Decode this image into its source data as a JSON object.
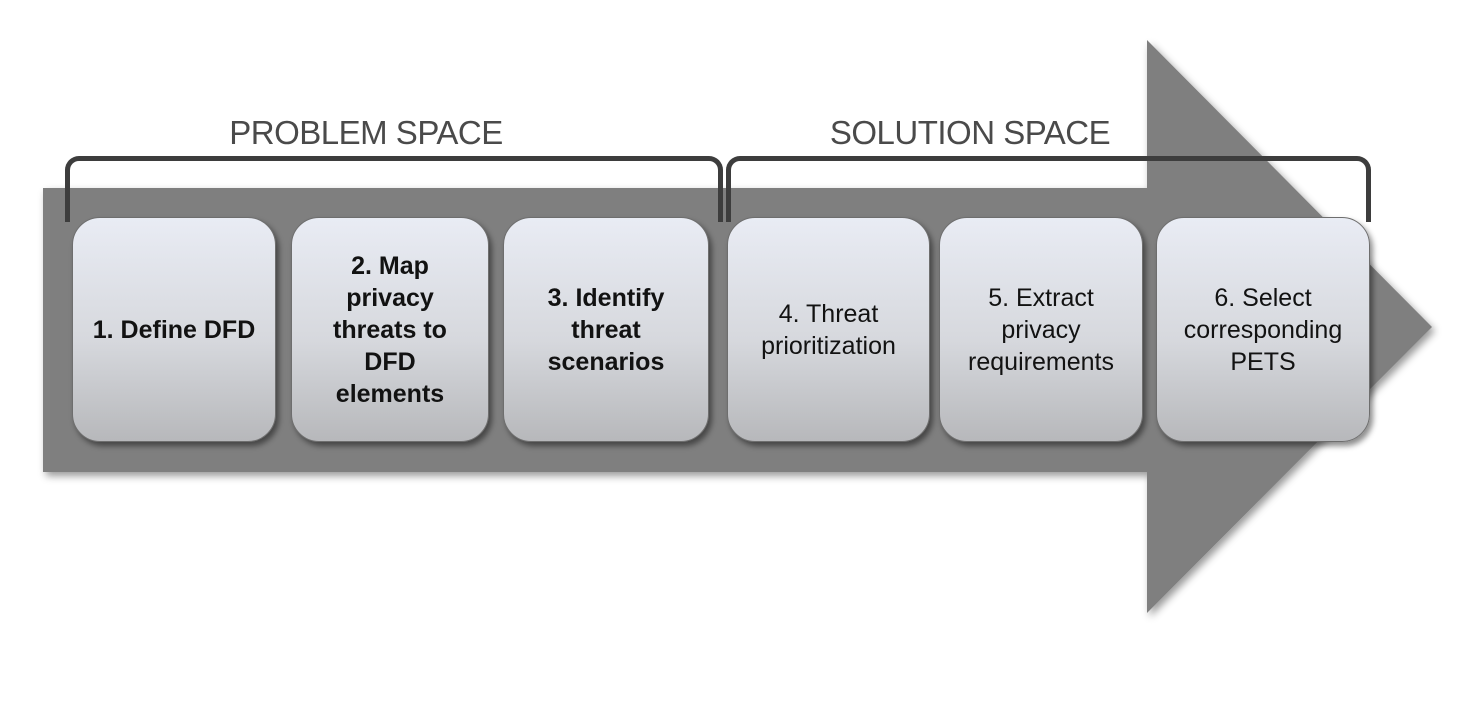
{
  "diagram": {
    "type": "process-flow",
    "phases": {
      "problem_space": "PROBLEM SPACE",
      "solution_space": "SOLUTION SPACE"
    },
    "steps": [
      {
        "number": 1,
        "phase": "problem_space",
        "emphasis": "bold",
        "label": "1. Define DFD"
      },
      {
        "number": 2,
        "phase": "problem_space",
        "emphasis": "bold",
        "label": "2. Map\nprivacy\nthreats to\nDFD\nelements"
      },
      {
        "number": 3,
        "phase": "problem_space",
        "emphasis": "bold",
        "label": "3. Identify\nthreat\nscenarios"
      },
      {
        "number": 4,
        "phase": "solution_space",
        "emphasis": "normal",
        "label": "4. Threat\nprioritization"
      },
      {
        "number": 5,
        "phase": "solution_space",
        "emphasis": "normal",
        "label": "5. Extract\nprivacy\nrequirements"
      },
      {
        "number": 6,
        "phase": "solution_space",
        "emphasis": "normal",
        "label": "6. Select\ncorresponding\nPETS"
      }
    ]
  },
  "colors": {
    "arrow": "#7f7f7f",
    "bracket": "#3d3d3d",
    "space_label": "#4a4a4a",
    "box_top": "#e9ecf4",
    "box_bottom": "#b7b8bb",
    "box_border": "#6e6e6e",
    "text": "#121212"
  }
}
